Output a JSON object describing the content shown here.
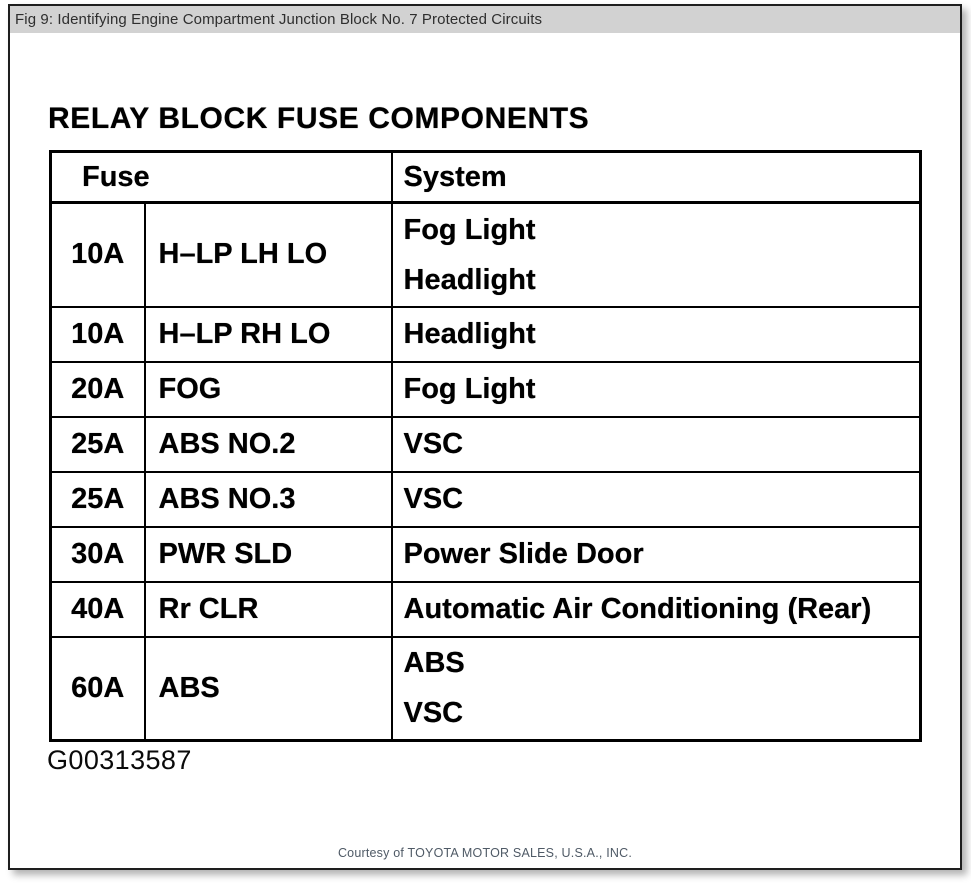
{
  "window": {
    "title": "Fig 9: Identifying Engine Compartment Junction Block No. 7 Protected Circuits"
  },
  "figure": {
    "heading": "RELAY BLOCK FUSE COMPONENTS",
    "figure_id": "G00313587",
    "credit": "Courtesy of TOYOTA MOTOR SALES, U.S.A., INC."
  },
  "chart_data": {
    "type": "table",
    "title": "RELAY BLOCK FUSE COMPONENTS",
    "columns": [
      "Fuse",
      "System"
    ],
    "rows": [
      {
        "amp": "10A",
        "name": "H–LP LH LO",
        "system": [
          "Fog Light",
          "Headlight"
        ]
      },
      {
        "amp": "10A",
        "name": "H–LP RH LO",
        "system": [
          "Headlight"
        ]
      },
      {
        "amp": "20A",
        "name": "FOG",
        "system": [
          "Fog Light"
        ]
      },
      {
        "amp": "25A",
        "name": "ABS NO.2",
        "system": [
          "VSC"
        ]
      },
      {
        "amp": "25A",
        "name": "ABS NO.3",
        "system": [
          "VSC"
        ]
      },
      {
        "amp": "30A",
        "name": "PWR SLD",
        "system": [
          "Power Slide Door"
        ]
      },
      {
        "amp": "40A",
        "name": "Rr CLR",
        "system": [
          "Automatic Air Conditioning (Rear)"
        ]
      },
      {
        "amp": "60A",
        "name": "ABS",
        "system": [
          "ABS",
          "VSC"
        ]
      }
    ]
  },
  "colors": {
    "titlebar_bg": "#d2d2d2",
    "window_border": "#1e1e1e",
    "table_border": "#000000",
    "credit_text": "#4f5a66"
  }
}
